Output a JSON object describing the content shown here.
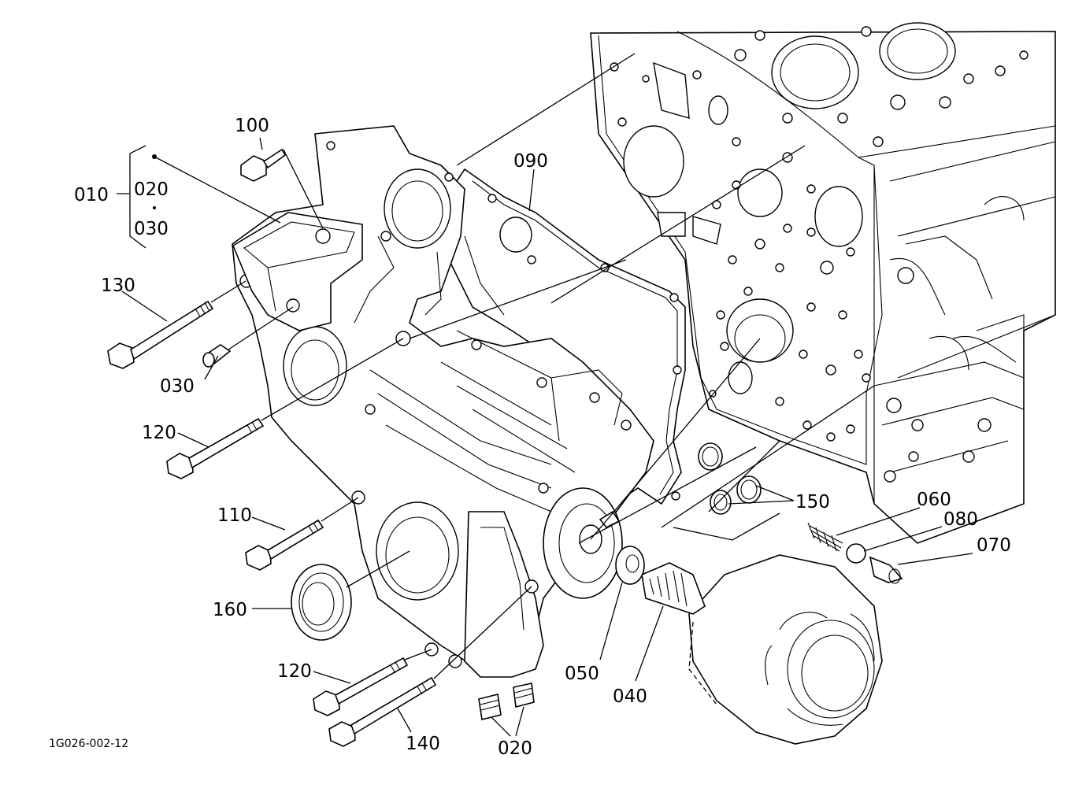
{
  "diagram": {
    "drawing_code": "1G026-002-12",
    "group_bracket": {
      "main_label": "010",
      "sub_labels": [
        "020",
        "030"
      ]
    },
    "callouts": {
      "c100": "100",
      "c090": "090",
      "c130": "130",
      "c030": "030",
      "c120a": "120",
      "c110": "110",
      "c160": "160",
      "c120b": "120",
      "c140": "140",
      "c020": "020",
      "c050": "050",
      "c040": "040",
      "c150": "150",
      "c060": "060",
      "c080": "080",
      "c070": "070"
    }
  }
}
